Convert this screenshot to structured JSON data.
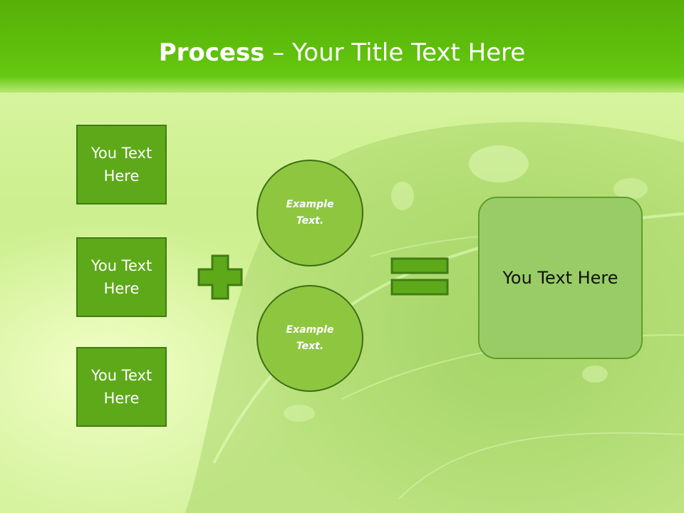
{
  "slide": {
    "title_bold": "Process",
    "title_rest": " – Your Title Text Here"
  },
  "inputs": [
    {
      "label": "You Text Here"
    },
    {
      "label": "You Text Here"
    },
    {
      "label": "You Text Here"
    }
  ],
  "examples": [
    {
      "label": "Example Text."
    },
    {
      "label": "Example Text."
    }
  ],
  "result": {
    "label": "You Text Here"
  },
  "operators": {
    "plus": "plus-icon",
    "equals": "equals-icon"
  },
  "colors": {
    "title_bar": "#5fbf0c",
    "box_fill": "#5ea91a",
    "box_border": "#3f7d12",
    "circle_fill": "#8ec63f",
    "result_fill": "#99cc66",
    "operator_fill": "#5ea91a"
  }
}
